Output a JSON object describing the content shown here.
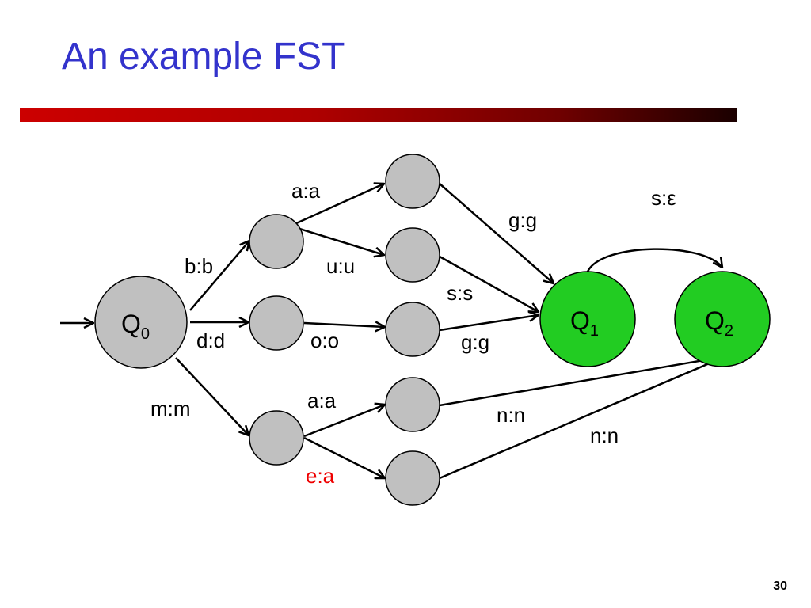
{
  "slide": {
    "title": "An example FST",
    "number": "30"
  },
  "states": {
    "q0": {
      "label": "Q",
      "sub": "0"
    },
    "q1": {
      "label": "Q",
      "sub": "1"
    },
    "q2": {
      "label": "Q",
      "sub": "2"
    }
  },
  "transitions": {
    "b_b": "b:b",
    "d_d": "d:d",
    "m_m": "m:m",
    "a_a_top": "a:a",
    "u_u": "u:u",
    "o_o": "o:o",
    "a_a_bottom": "a:a",
    "e_a": "e:a",
    "g_g_top": "g:g",
    "s_s": "s:s",
    "g_g_mid": "g:g",
    "n_n_a": "n:n",
    "n_n_e": "n:n",
    "s_eps": "s:ε"
  },
  "colors": {
    "title": "#3333cc",
    "intermediate_state": "#c0c0c0",
    "final_state": "#22cc22",
    "highlight_label": "#ee0000"
  }
}
